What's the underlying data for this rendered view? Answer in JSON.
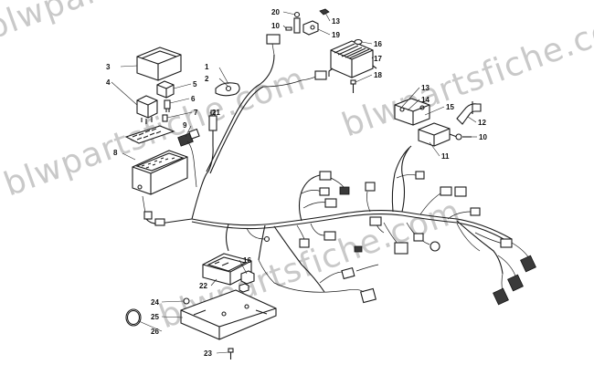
{
  "watermark": {
    "lines": [
      "blwpartsfiche.com",
      "blwpartsfiche.com",
      "blwpartsfiche.com",
      "blwpartsfiche.com"
    ]
  },
  "callouts": [
    {
      "id": "c1",
      "label": "1"
    },
    {
      "id": "c2",
      "label": "2"
    },
    {
      "id": "c3",
      "label": "3"
    },
    {
      "id": "c4",
      "label": "4"
    },
    {
      "id": "c5",
      "label": "5"
    },
    {
      "id": "c6",
      "label": "6"
    },
    {
      "id": "c7",
      "label": "7"
    },
    {
      "id": "c8",
      "label": "8"
    },
    {
      "id": "c9",
      "label": "9"
    },
    {
      "id": "c10a",
      "label": "10"
    },
    {
      "id": "c10b",
      "label": "10"
    },
    {
      "id": "c11",
      "label": "11"
    },
    {
      "id": "c12",
      "label": "12"
    },
    {
      "id": "c13a",
      "label": "13"
    },
    {
      "id": "c13b",
      "label": "13"
    },
    {
      "id": "c14",
      "label": "14"
    },
    {
      "id": "c15",
      "label": "15"
    },
    {
      "id": "c16a",
      "label": "16"
    },
    {
      "id": "c16b",
      "label": "16"
    },
    {
      "id": "c17",
      "label": "17"
    },
    {
      "id": "c18",
      "label": "18"
    },
    {
      "id": "c19",
      "label": "19"
    },
    {
      "id": "c20",
      "label": "20"
    },
    {
      "id": "c21",
      "label": "21"
    },
    {
      "id": "c22",
      "label": "22"
    },
    {
      "id": "c23",
      "label": "23"
    },
    {
      "id": "c24",
      "label": "24"
    },
    {
      "id": "c25",
      "label": "25"
    },
    {
      "id": "c26",
      "label": "26"
    }
  ]
}
